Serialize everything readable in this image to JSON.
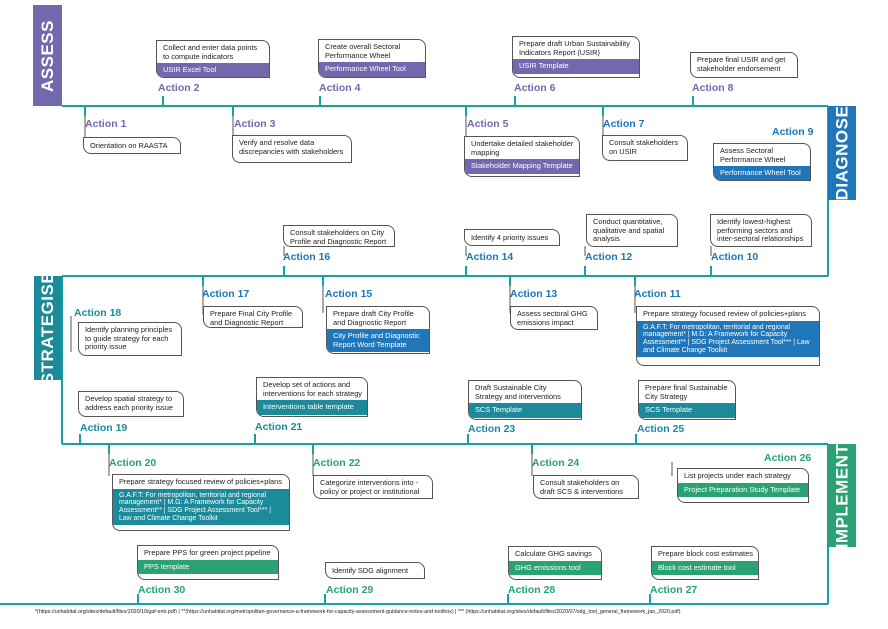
{
  "colors": {
    "assess": "#7268ad",
    "diagnose": "#1f76b8",
    "strategise": "#1b8a9a",
    "implement": "#2aa274",
    "line": "#1aa0a0"
  },
  "phases": {
    "assess": "ASSESS",
    "diagnose": "DIAGNOSE",
    "strategise": "STRATEGISE",
    "implement": "IMPLEMENT"
  },
  "actions": {
    "a1": {
      "label": "Action 1",
      "text": "Orientation on RAASTA"
    },
    "a2": {
      "label": "Action 2",
      "text": "Collect and enter data points to compute indicators",
      "tool": "USIR Excel Tool"
    },
    "a3": {
      "label": "Action 3",
      "text": "Verify and resolve data discrepancies with stakeholders"
    },
    "a4": {
      "label": "Action 4",
      "text": "Create overall Sectoral Performance Wheel",
      "tool": "Performance Wheel Tool"
    },
    "a5": {
      "label": "Action 5",
      "text": "Undertake detailed stakeholder mapping",
      "tool": "Stakeholder Mapping Template"
    },
    "a6": {
      "label": "Action 6",
      "text": "Prepare draft Urban Sustainability Indicators Report (USIR)",
      "tool": "USIR Template"
    },
    "a7": {
      "label": "Action 7",
      "text": "Consult stakeholders on USIR"
    },
    "a8": {
      "label": "Action 8",
      "text": "Prepare final USIR and get stakeholder endorsement"
    },
    "a9": {
      "label": "Action 9",
      "text": "Assess Sectoral Performance Wheel",
      "tool": "Performance  Wheel Tool"
    },
    "a10": {
      "label": "Action 10",
      "text": "Identify lowest-highest performing sectors and inter-sectoral relationships"
    },
    "a11": {
      "label": "Action 11",
      "text": "Prepare strategy focused review of policies+plans",
      "tool": "G.A.F.T: For metropolitan, territorial and regional management* | M.G: A Framework for Capacity Assessment** | SDG Project Assessment Tool*** | Law and Climate Change Toolkit"
    },
    "a12": {
      "label": "Action 12",
      "text": "Conduct quantitative, qualitative and spatial analysis"
    },
    "a13": {
      "label": "Action 13",
      "text": "Assess sectoral GHG emissions impact"
    },
    "a14": {
      "label": "Action 14",
      "text": "Identify 4 priority issues"
    },
    "a15": {
      "label": "Action 15",
      "text": "Prepare draft City Profile and Diagnostic Report",
      "tool": "City Profile and Diagnostic Report Word Template"
    },
    "a16": {
      "label": "Action 16",
      "text": "Consult stakeholders on City Profile and Diagnostic Report"
    },
    "a17": {
      "label": "Action 17",
      "text": "Prepare Final City Profile and Diagnostic Report"
    },
    "a18": {
      "label": "Action 18",
      "text": "Identify planning principles to guide strategy for each priority issue"
    },
    "a19": {
      "label": "Action 19",
      "text": "Develop spatial strategy to address each priority issue"
    },
    "a20": {
      "label": "Action 20",
      "text": "Prepare strategy focused review of policies+plans",
      "tool": "G.A.F.T: For metropolitan, territorial and regional management* | M.G: A Framework for Capacity Assessment** | SDG Project Assessment Tool*** | Law and Climate Change Toolkit"
    },
    "a21": {
      "label": "Action 21",
      "text": "Develop set of actions and interventions for each strategy",
      "tool": "Interventions table template"
    },
    "a22": {
      "label": "Action 22",
      "text": "Categorize interventions into - policy or project or institutional"
    },
    "a23": {
      "label": "Action 23",
      "text": "Draft Sustainable City Strategy and interventions",
      "tool": "SCS Template"
    },
    "a24": {
      "label": "Action 24",
      "text": "Consult stakeholders on draft SCS & interventions"
    },
    "a25": {
      "label": "Action 25",
      "text": "Prepare final Sustainable City Strategy",
      "tool": "SCS Template"
    },
    "a26": {
      "label": "Action 26",
      "text": "List projects under each strategy",
      "tool": "Project Preparation Study Template"
    },
    "a27": {
      "label": "Action 27",
      "text": "Prepare block cost estimates",
      "tool": "Block cost estimate tool"
    },
    "a28": {
      "label": "Action 28",
      "text": "Calculate GHG savings",
      "tool": "GHG emissions tool"
    },
    "a29": {
      "label": "Action 29",
      "text": "Identify SDG alignment"
    },
    "a30": {
      "label": "Action 30",
      "text": "Prepare PPS for green project pipeline",
      "tool": "PPS template"
    }
  },
  "footnote": "*(https://unhabitat.org/sites/default/files/2020/10/gaf-entr.pdf) | **(https://unhabitat.org/metropolitan-governance-a-framework-for-capacity-assessment-guidance-notes-and-toolbox) | *** (https://unhabitat.org/sites/default/files/2020/07/sdg_tool_general_framework_jan_2020.pdf)"
}
